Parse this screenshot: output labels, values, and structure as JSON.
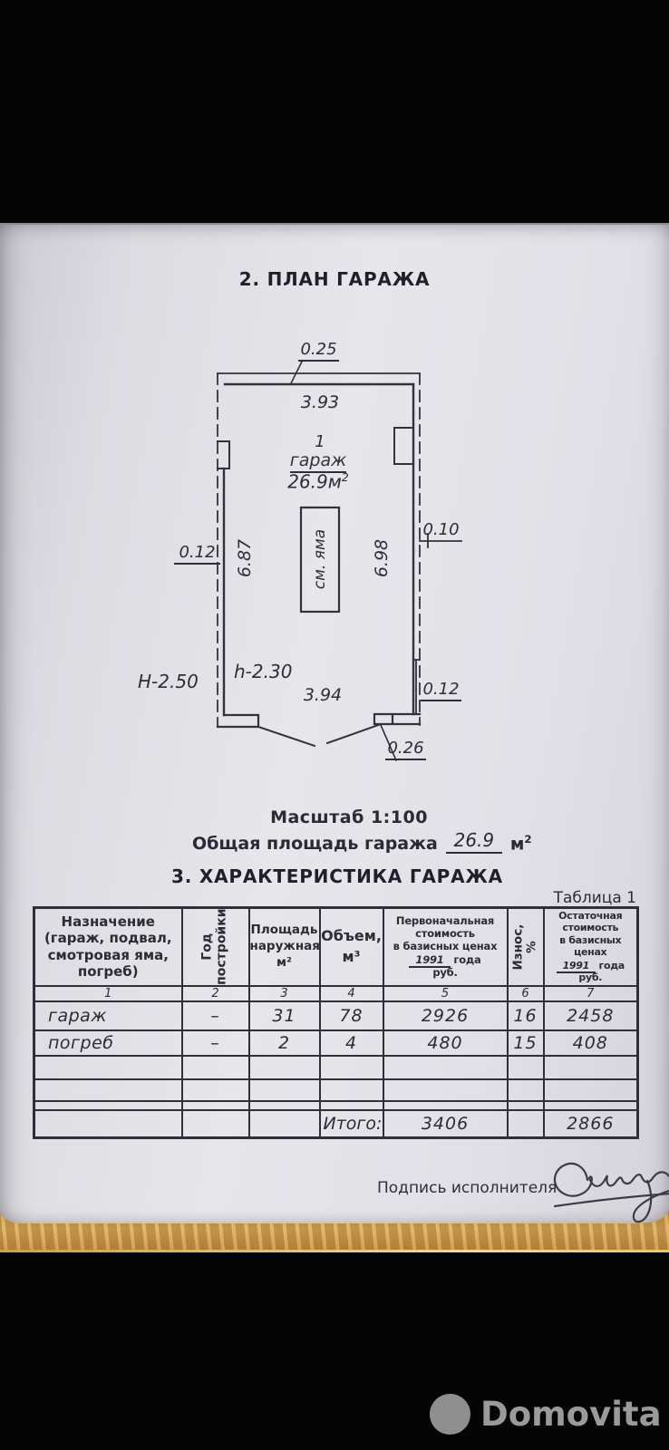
{
  "plan_section": {
    "title": "2. ПЛАН ГАРАЖА",
    "dims": {
      "top_wall": "0.25",
      "top_width": "3.93",
      "room_no": "1",
      "room_name": "гараж",
      "room_area": "26.9м",
      "room_area_sup": "2",
      "pit": "см. яма",
      "left_len": "6.87",
      "right_len": "6.98",
      "left_wall": "0.12",
      "right_wall_upper": "0.10",
      "outer_height": "Н-2.50",
      "inner_height": "h-2.30",
      "bottom_width": "3.94",
      "right_wall_lower": "0.12",
      "gate_wall": "0.26"
    },
    "scale_label": "Масштаб  1:100",
    "area_prefix": "Общая площадь гаража",
    "area_value": "26.9",
    "area_unit": "м",
    "area_unit_sup": "2"
  },
  "char_section": {
    "title": "3. ХАРАКТЕРИСТИКА ГАРАЖА",
    "table_label": "Таблица 1",
    "header": {
      "c1": "Назначение\n(гараж, подвал,\nсмотровая яма,\nпогреб)",
      "c2": "Год\nпостройки",
      "c3": "Площадь\nнаружная,\nм²",
      "c4": "Объем,\nм³",
      "c5_top": "Первоначальная\nстоимость\nв базисных ценах",
      "c5_year": "1991",
      "c5_year_word": "года",
      "c5_unit": "руб.",
      "c6": "Износ, %",
      "c7_top": "Остаточная\nстоимость\nв базисных ценах",
      "c7_year": "1991",
      "c7_year_word": "года",
      "c7_unit": "руб."
    },
    "col_numbers": [
      "1",
      "2",
      "3",
      "4",
      "5",
      "6",
      "7"
    ],
    "rows": [
      {
        "name": "гараж",
        "year": "–",
        "area": "31",
        "volume": "78",
        "cost": "2926",
        "wear": "16",
        "residual": "2458"
      },
      {
        "name": "погреб",
        "year": "–",
        "area": "2",
        "volume": "4",
        "cost": "480",
        "wear": "15",
        "residual": "408"
      }
    ],
    "total_label": "Итого:",
    "total_cost": "3406",
    "total_residual": "2866"
  },
  "signature": {
    "label": "Подпись исполнителя"
  },
  "watermark": {
    "brand": "Domovita"
  }
}
